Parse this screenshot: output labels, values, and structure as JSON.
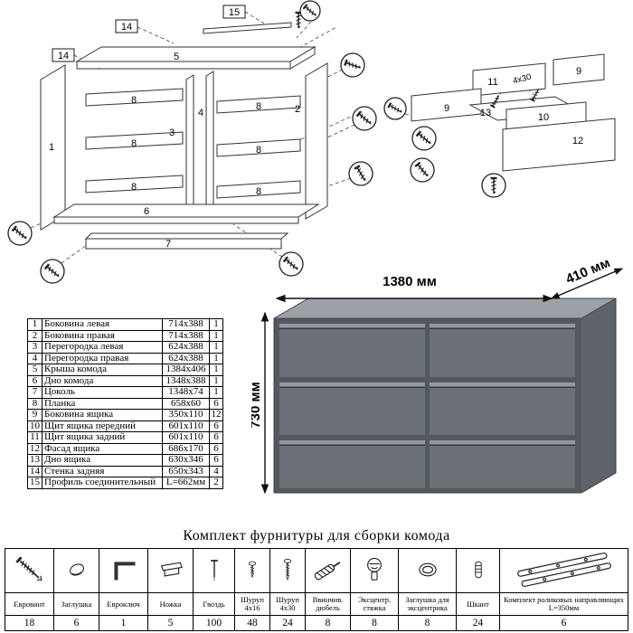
{
  "diagram": {
    "labels": {
      "l15": "15",
      "l14a": "14",
      "l14b": "14",
      "l5": "5",
      "l1": "1",
      "l2": "2",
      "l3": "3",
      "l4": "4",
      "l6": "6",
      "l7": "7",
      "l8a": "8",
      "l8b": "8",
      "l8c": "8",
      "l8d": "8",
      "l8e": "8",
      "l8f": "8",
      "l9a": "9",
      "l9b": "9",
      "l10": "10",
      "l11": "11",
      "l12": "12",
      "l13": "13",
      "screw_note": "4x30"
    }
  },
  "dimensions": {
    "width": "1380 мм",
    "depth": "410 мм",
    "height": "730 мм"
  },
  "parts": [
    {
      "num": "1",
      "name": "Боковина левая",
      "size": "714x388",
      "qty": "1"
    },
    {
      "num": "2",
      "name": "Боковина правая",
      "size": "714x388",
      "qty": "1"
    },
    {
      "num": "3",
      "name": "Перегородка левая",
      "size": "624x388",
      "qty": "1"
    },
    {
      "num": "4",
      "name": "Перегородка правая",
      "size": "624x388",
      "qty": "1"
    },
    {
      "num": "5",
      "name": "Крыша комода",
      "size": "1384x406",
      "qty": "1"
    },
    {
      "num": "6",
      "name": "Дно комода",
      "size": "1348x388",
      "qty": "1"
    },
    {
      "num": "7",
      "name": "Цоколь",
      "size": "1348x74",
      "qty": "1"
    },
    {
      "num": "8",
      "name": "Планка",
      "size": "658x60",
      "qty": "6"
    },
    {
      "num": "9",
      "name": "Боковина ящика",
      "size": "350x110",
      "qty": "12"
    },
    {
      "num": "10",
      "name": "Щит ящика передний",
      "size": "601x110",
      "qty": "6"
    },
    {
      "num": "11",
      "name": "Щит ящика задний",
      "size": "601x110",
      "qty": "6"
    },
    {
      "num": "12",
      "name": "Фасад ящика",
      "size": "686x170",
      "qty": "6"
    },
    {
      "num": "13",
      "name": "Дно ящика",
      "size": "630x346",
      "qty": "6"
    },
    {
      "num": "14",
      "name": "Стенка задняя",
      "size": "650x343",
      "qty": "4"
    },
    {
      "num": "15",
      "name": "Профиль соединительный",
      "size": "L=662мм",
      "qty": "2"
    }
  ],
  "hardware": {
    "title": "Комплект фурнитуры для сборки комода",
    "items": [
      {
        "name": "Евровинт",
        "qty": "18",
        "icon": "confirmat-screw"
      },
      {
        "name": "Заглушка",
        "qty": "6",
        "icon": "cap"
      },
      {
        "name": "Евроключ",
        "qty": "1",
        "icon": "hex-key"
      },
      {
        "name": "Ножка",
        "qty": "5",
        "icon": "furniture-leg"
      },
      {
        "name": "Гвоздь",
        "qty": "100",
        "icon": "nail"
      },
      {
        "name": "Шуруп 4x16",
        "qty": "48",
        "icon": "screw-4x16"
      },
      {
        "name": "Шуруп 4x30",
        "qty": "24",
        "icon": "screw-4x30"
      },
      {
        "name": "Ввинчив. дюбель",
        "qty": "8",
        "icon": "screw-in-dowel"
      },
      {
        "name": "Эксцентр. стяжка",
        "qty": "8",
        "icon": "cam-lock"
      },
      {
        "name": "Заглушка для эксцентрика",
        "qty": "8",
        "icon": "cam-cap"
      },
      {
        "name": "Шкант",
        "qty": "24",
        "icon": "wooden-dowel"
      },
      {
        "name": "Комплект роликовых направляющих L=350мм",
        "qty": "6",
        "icon": "drawer-slides"
      }
    ]
  }
}
